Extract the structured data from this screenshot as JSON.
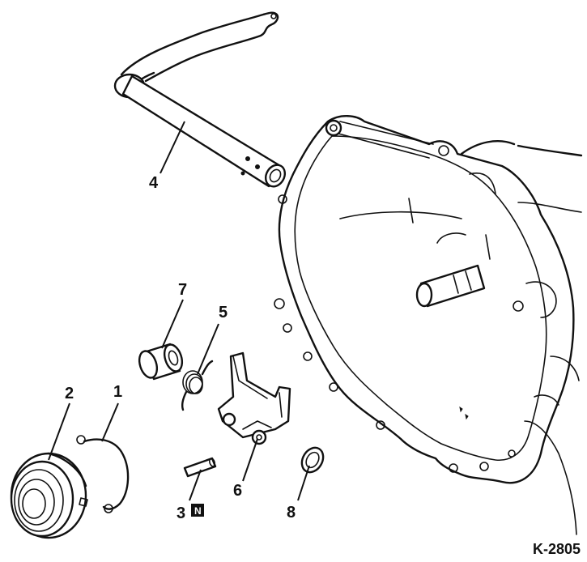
{
  "callouts": [
    {
      "id": "p1",
      "number": "1"
    },
    {
      "id": "p2",
      "number": "2"
    },
    {
      "id": "p3",
      "number": "3"
    },
    {
      "id": "p4",
      "number": "4"
    },
    {
      "id": "p5",
      "number": "5"
    },
    {
      "id": "p6",
      "number": "6"
    },
    {
      "id": "p7",
      "number": "7"
    },
    {
      "id": "p8",
      "number": "8"
    }
  ],
  "badge": {
    "text": "N"
  },
  "reference_code": "K-2805"
}
